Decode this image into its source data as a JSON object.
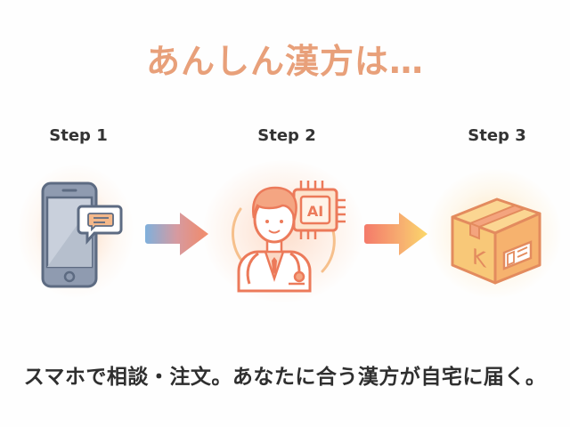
{
  "title": "あんしん漢方は…",
  "steps": [
    {
      "label": "Step 1",
      "icon": "smartphone-chat-icon"
    },
    {
      "label": "Step 2",
      "icon": "ai-doctor-icon",
      "badge": "AI"
    },
    {
      "label": "Step 3",
      "icon": "package-box-icon",
      "box_mark": "K"
    }
  ],
  "caption": "スマホで相談・注文。あなたに合う漢方が自宅に届く。",
  "colors": {
    "title": "#e8a07a",
    "text": "#2f2f2f",
    "phone": "#5d6b82",
    "doctor": "#ec7a5a",
    "box": "#f6c374"
  }
}
